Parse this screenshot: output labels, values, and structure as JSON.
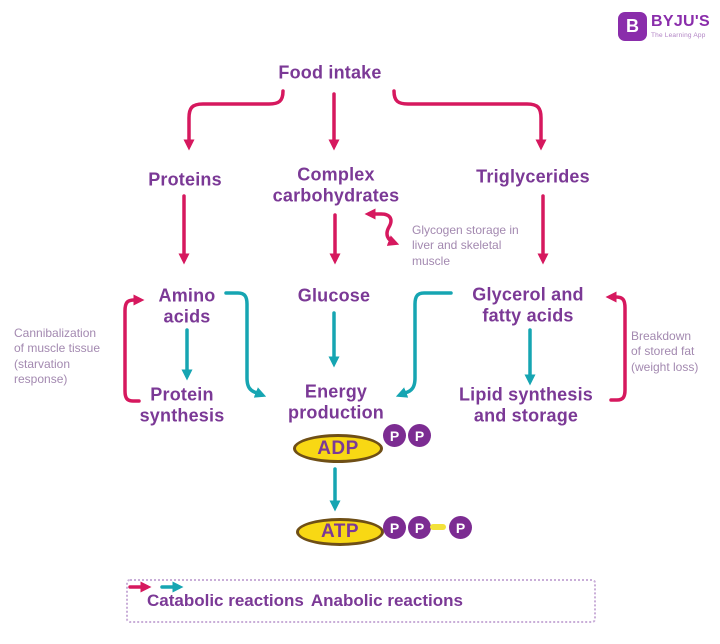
{
  "colors": {
    "catabolic": "#d6185e",
    "anabolic": "#16a5b2",
    "label": "#7b3996",
    "note": "#a389b0",
    "yellow": "#f8d814",
    "dashYellow": "#f3e23a",
    "pillBorder": "#6f4f16",
    "pPurple": "#7c2c92",
    "logoPurple": "#8a2dab",
    "logoTagline": "#b183c4",
    "legendBorder": "#c9aed8"
  },
  "logo": {
    "badge_letter": "B",
    "brand": "BYJU'S",
    "tagline": "The Learning App"
  },
  "nodes": {
    "food_intake": "Food intake",
    "proteins": "Proteins",
    "complex_carbohydrates": "Complex\ncarbohydrates",
    "triglycerides": "Triglycerides",
    "amino_acids": "Amino\nacids",
    "glucose": "Glucose",
    "glycerol_fatty_acids": "Glycerol and\nfatty acids",
    "protein_synthesis": "Protein\nsynthesis",
    "energy_production": "Energy\nproduction",
    "lipid_synthesis": "Lipid synthesis\nand storage",
    "adp": "ADP",
    "atp": "ATP",
    "phosphate": "P"
  },
  "notes": {
    "glycogen": "Glycogen storage in\nliver and skeletal\nmuscle",
    "cannibalization": "Cannibalization\nof muscle tissue\n(starvation\nresponse)",
    "breakdown": "Breakdown\nof stored fat\n(weight loss)"
  },
  "legend": {
    "catabolic": "Catabolic reactions",
    "anabolic": "Anabolic reactions"
  }
}
